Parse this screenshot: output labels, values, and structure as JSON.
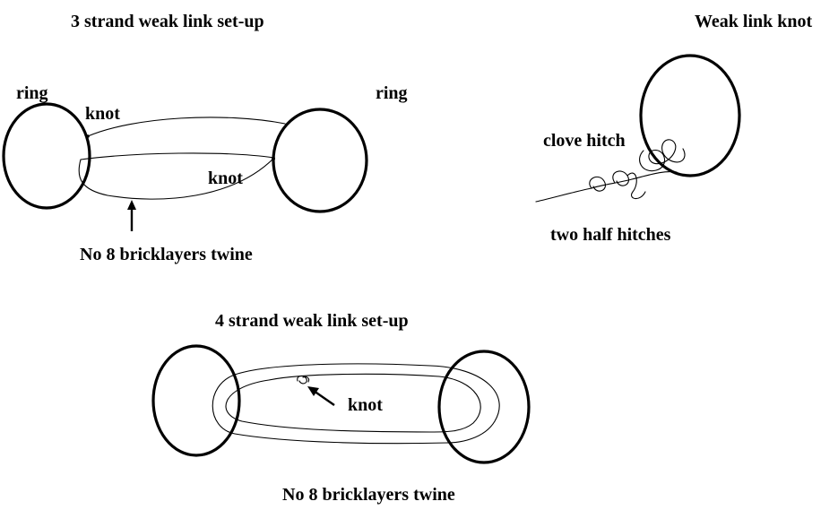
{
  "diagrams": {
    "three_strand": {
      "title": "3 strand weak link set-up",
      "ring_left_label": "ring",
      "ring_right_label": "ring",
      "knot_upper_label": "knot",
      "knot_lower_label": "knot",
      "twine_label": "No 8 bricklayers twine"
    },
    "weak_link_knot": {
      "title": "Weak link knot",
      "clove_hitch_label": "clove hitch",
      "half_hitches_label": "two half hitches"
    },
    "four_strand": {
      "title": "4 strand weak link set-up",
      "knot_label": "knot",
      "twine_label": "No 8 bricklayers twine"
    }
  }
}
